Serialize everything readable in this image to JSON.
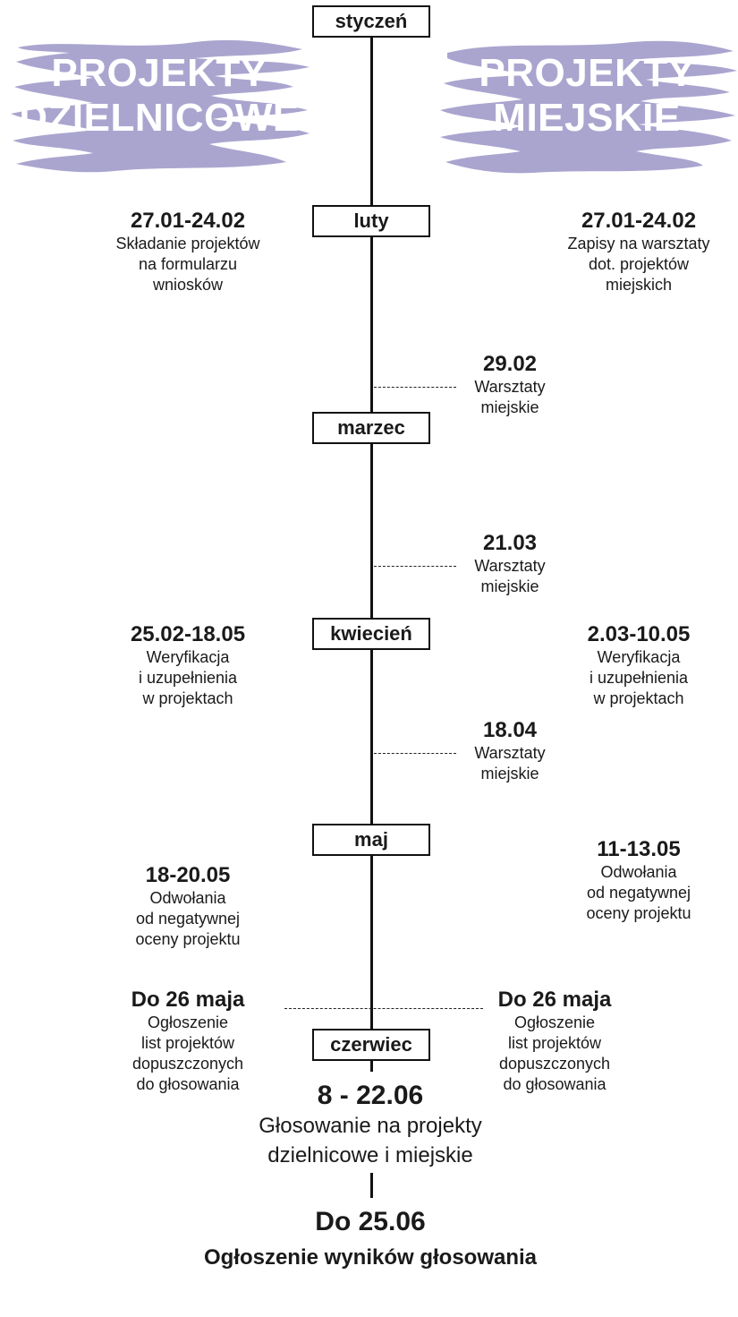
{
  "headers": {
    "left": "PROJEKTY\nDZIELNICOWE",
    "right": "PROJEKTY\nMIEJSKIE",
    "brush_color": "#aaa5cf"
  },
  "months": [
    "styczeń",
    "luty",
    "marzec",
    "kwiecień",
    "maj",
    "czerwiec"
  ],
  "left_events": [
    {
      "date": "27.01-24.02",
      "desc": "Składanie projektów\nna formularzu\nwniosków"
    },
    {
      "date": "25.02-18.05",
      "desc": "Weryfikacja\ni uzupełnienia\nw projektach"
    },
    {
      "date": "18-20.05",
      "desc": "Odwołania\nod negatywnej\noceny projektu"
    },
    {
      "date": "Do 26 maja",
      "desc": "Ogłoszenie\nlist projektów\ndopuszczonych\ndo głosowania"
    }
  ],
  "right_events": [
    {
      "date": "27.01-24.02",
      "desc": "Zapisy na warsztaty\ndot. projektów\nmiejskich"
    },
    {
      "date": "2.03-10.05",
      "desc": "Weryfikacja\ni uzupełnienia\nw projektach"
    },
    {
      "date": "11-13.05",
      "desc": "Odwołania\nod negatywnej\noceny projektu"
    },
    {
      "date": "Do 26 maja",
      "desc": "Ogłoszenie\nlist projektów\ndopuszczonych\ndo głosowania"
    }
  ],
  "workshops": [
    {
      "date": "29.02",
      "desc": "Warsztaty\nmiejskie"
    },
    {
      "date": "21.03",
      "desc": "Warsztaty\nmiejskie"
    },
    {
      "date": "18.04",
      "desc": "Warsztaty\nmiejskie"
    }
  ],
  "final": {
    "voting_date": "8 - 22.06",
    "voting_desc": "Głosowanie na projekty\ndzielnicowe i miejskie",
    "results_date": "Do 25.06",
    "results_desc": "Ogłoszenie wyników głosowania"
  }
}
